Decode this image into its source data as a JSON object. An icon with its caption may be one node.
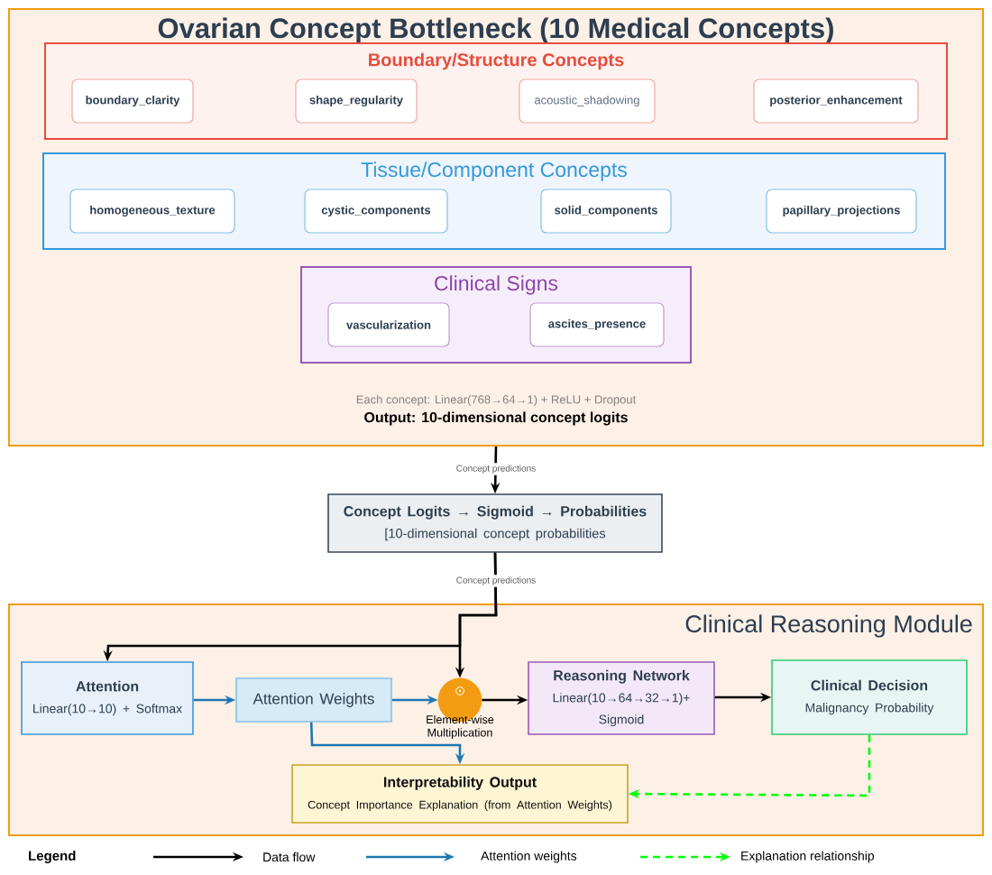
{
  "diagram": {
    "nodes": [
      {
        "text": [
          "Ovarian Concept Bottleneck (10 Medical Concepts)",
          "Each concept: Linear(768→64→1) + ReLU + Dropout",
          "Output: 10-dimensional concept logits"
        ]
      },
      {
        "text": [
          "Boundary/Structure Concepts"
        ],
        "in": 0
      },
      {
        "text": [
          "boundary_clarity"
        ],
        "in": 1
      },
      {
        "text": [
          "shape_regularity"
        ],
        "in": 1
      },
      {
        "text": [
          "acoustic_shadowing"
        ],
        "in": 1
      },
      {
        "text": [
          "posterior_enhancement"
        ],
        "in": 1
      },
      {
        "text": [
          "Tissue/Component Concepts"
        ],
        "in": 0
      },
      {
        "text": [
          "homogeneous_texture"
        ],
        "in": 6
      },
      {
        "text": [
          "cystic_components"
        ],
        "in": 6
      },
      {
        "text": [
          "solid_components"
        ],
        "in": 6
      },
      {
        "text": [
          "papillary_projections"
        ],
        "in": 6
      },
      {
        "text": [
          "Clinical Signs"
        ],
        "in": 0
      },
      {
        "text": [
          "vascularization"
        ],
        "in": 11
      },
      {
        "text": [
          "ascites_presence"
        ],
        "in": 11
      },
      {
        "text": [
          "Concept Logits → Sigmoid → Probabilities",
          "[10-dimensional concept probabilities"
        ]
      },
      {
        "text": [
          "Clinical Reasoning Module"
        ]
      },
      {
        "text": [
          "Attention",
          "Linear(10→10) + Softmax"
        ],
        "in": 15
      },
      {
        "text": [
          "Attention Weights"
        ],
        "in": 15
      },
      {
        "text": [],
        "shape": "circle",
        "beside": [
          "Element-wise Multiplication"
        ],
        "in": 15
      },
      {
        "text": [
          "Reasoning Network",
          "Linear(10→64→32→1)+ Sigmoid"
        ],
        "in": 15
      },
      {
        "text": [
          "Clinical Decision",
          "Malignancy Probability"
        ],
        "in": 15
      },
      {
        "text": [
          "Interpretability Output",
          "Concept Importance Explanation (from Attention Weights)"
        ],
        "in": 15
      }
    ],
    "edges": [
      {
        "from": 0,
        "to": 14,
        "arrow": "to",
        "label": "Concept predictions"
      },
      {
        "from": 14,
        "to": 18,
        "arrow": "to",
        "label": "Concept predictions"
      },
      {
        "from": 14,
        "to": 16,
        "arrow": "to"
      },
      {
        "from": 16,
        "to": 17,
        "arrow": "to",
        "color": "#1f77b4"
      },
      {
        "from": 17,
        "to": 18,
        "arrow": "to",
        "color": "#1f77b4"
      },
      {
        "from": 18,
        "to": 19,
        "arrow": "to"
      },
      {
        "from": 19,
        "to": 20,
        "arrow": "to"
      },
      {
        "from": 17,
        "to": 21,
        "arrow": "to",
        "color": "#1f77b4"
      },
      {
        "from": 20,
        "to": 21,
        "arrow": "to",
        "style": "dashed",
        "color": "#00ff00"
      }
    ],
    "labels": [
      "Legend"
    ],
    "legend": [
      {
        "text": "Data flow"
      },
      {
        "text": "Attention weights"
      },
      {
        "text": "Explanation relationship"
      }
    ]
  }
}
